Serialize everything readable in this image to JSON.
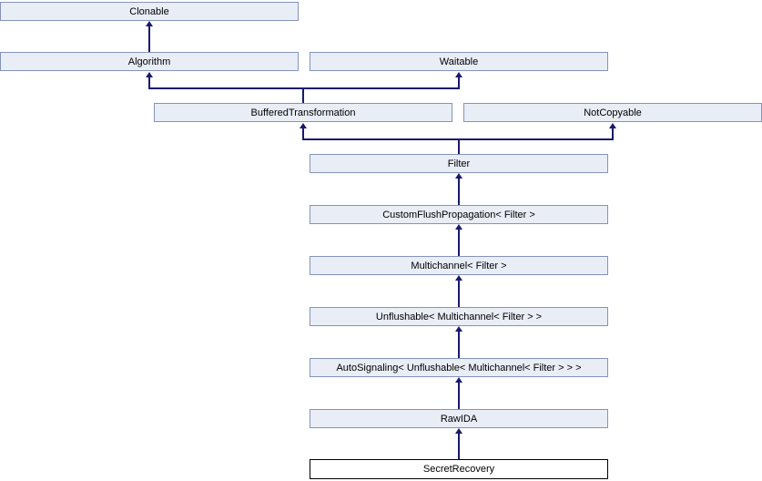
{
  "diagram_type": "class-inheritance-graph",
  "nodes": [
    {
      "label": "Clonable",
      "highlighted": false
    },
    {
      "label": "Algorithm",
      "highlighted": false
    },
    {
      "label": "Waitable",
      "highlighted": false
    },
    {
      "label": "BufferedTransformation",
      "highlighted": false
    },
    {
      "label": "NotCopyable",
      "highlighted": false
    },
    {
      "label": "Filter",
      "highlighted": false
    },
    {
      "label": "CustomFlushPropagation< Filter >",
      "highlighted": false
    },
    {
      "label": "Multichannel< Filter >",
      "highlighted": false
    },
    {
      "label": "Unflushable< Multichannel< Filter > >",
      "highlighted": false
    },
    {
      "label": "AutoSignaling< Unflushable< Multichannel< Filter > > >",
      "highlighted": false
    },
    {
      "label": "RawIDA",
      "highlighted": false
    },
    {
      "label": "SecretRecovery",
      "highlighted": true
    }
  ],
  "edges": [
    {
      "from": "Algorithm",
      "to": "Clonable"
    },
    {
      "from": "BufferedTransformation",
      "to": "Algorithm"
    },
    {
      "from": "BufferedTransformation",
      "to": "Waitable"
    },
    {
      "from": "Filter",
      "to": "BufferedTransformation"
    },
    {
      "from": "Filter",
      "to": "NotCopyable"
    },
    {
      "from": "CustomFlushPropagation< Filter >",
      "to": "Filter"
    },
    {
      "from": "Multichannel< Filter >",
      "to": "CustomFlushPropagation< Filter >"
    },
    {
      "from": "Unflushable< Multichannel< Filter > >",
      "to": "Multichannel< Filter >"
    },
    {
      "from": "AutoSignaling< Unflushable< Multichannel< Filter > > >",
      "to": "Unflushable< Multichannel< Filter > >"
    },
    {
      "from": "RawIDA",
      "to": "AutoSignaling< Unflushable< Multichannel< Filter > > >"
    },
    {
      "from": "SecretRecovery",
      "to": "RawIDA"
    }
  ],
  "colors": {
    "background": "#ffffff",
    "node_fill": "#e9edf6",
    "node_border": "#8393ba",
    "edge": "#191970",
    "highlight_node_fill": "#ffffff",
    "highlight_node_border": "#000000",
    "text": "#000000"
  }
}
